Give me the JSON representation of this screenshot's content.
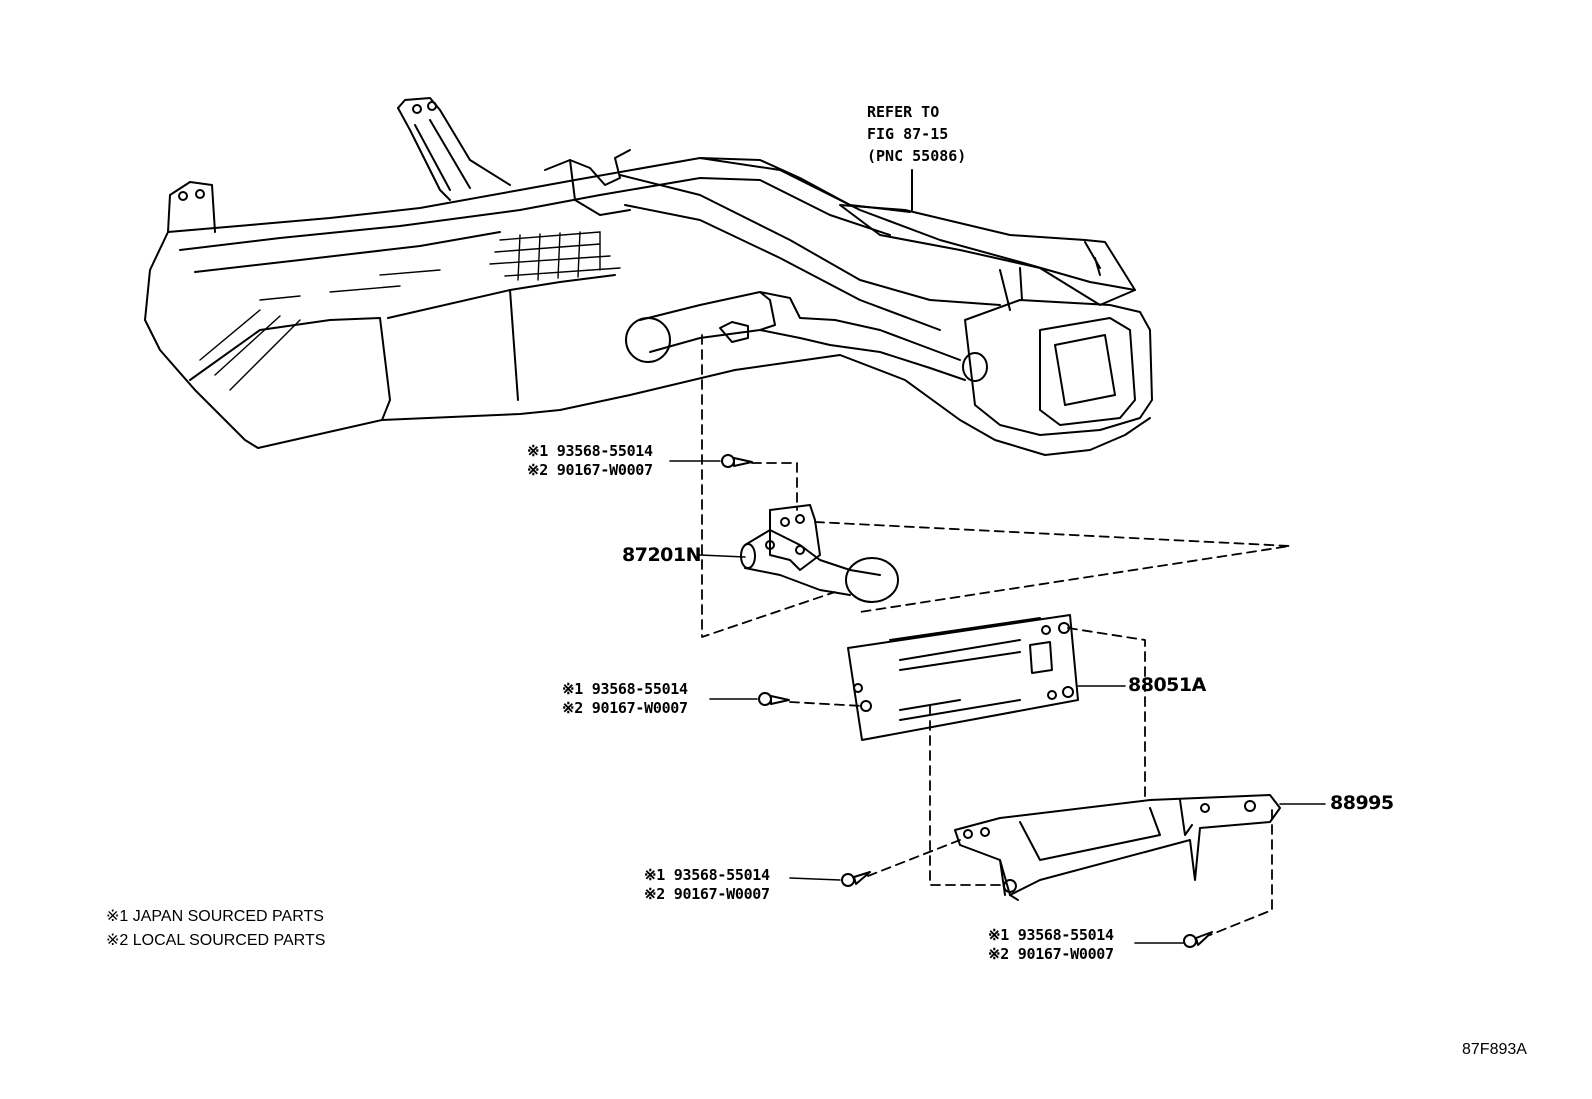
{
  "refer_note": {
    "line1": "REFER TO",
    "line2": "FIG 87-15",
    "line3": "(PNC 55086)"
  },
  "screw_labels": [
    {
      "line1": "※1 93568-55014",
      "line2": "※2 90167-W0007"
    },
    {
      "line1": "※1 93568-55014",
      "line2": "※2 90167-W0007"
    },
    {
      "line1": "※1 93568-55014",
      "line2": "※2 90167-W0007"
    },
    {
      "line1": "※1 93568-55014",
      "line2": "※2 90167-W0007"
    }
  ],
  "part_numbers": {
    "sensor": "87201N",
    "bracket_plate": "88051A",
    "bracket_arm": "88995"
  },
  "legend": {
    "note1": "※1 JAPAN SOURCED PARTS",
    "note2": "※2 LOCAL SOURCED PARTS"
  },
  "figure_code": "87F893A"
}
